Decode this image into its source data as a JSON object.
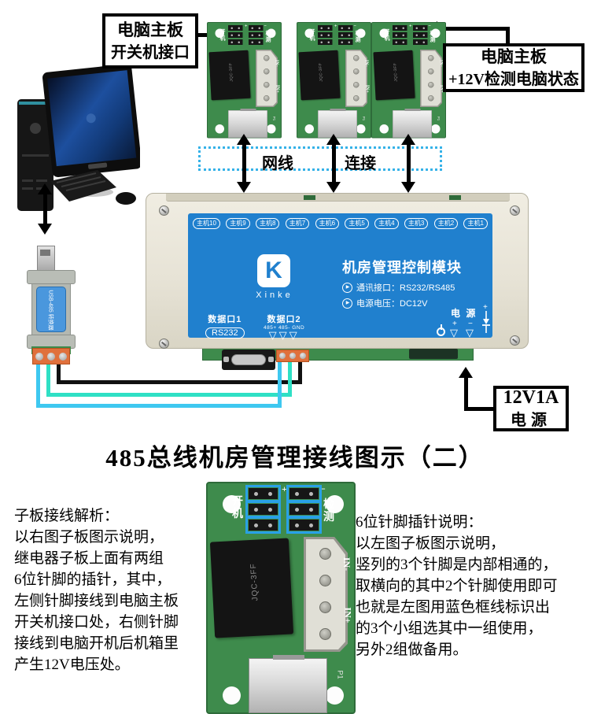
{
  "title": "485总线机房管理接线图示（二）",
  "callouts": {
    "pc_switch": {
      "line1": "电脑主板",
      "line2": "开关机接口"
    },
    "pc_detect": {
      "line1": "电脑主板",
      "line2": "+12V检测电脑状态"
    },
    "cable": {
      "left": "网线",
      "right": "连接"
    },
    "power_supply": {
      "line1": "12V1A",
      "line2": "电源"
    }
  },
  "module": {
    "host_buttons": [
      "主机10",
      "主机9",
      "主机8",
      "主机7",
      "主机6",
      "主机5",
      "主机4",
      "主机3",
      "主机2",
      "主机1"
    ],
    "brand_letter": "K",
    "brand": "Xinke",
    "name": "机房管理控制模块",
    "spec_comm": "通讯接口：RS232/RS485",
    "spec_power": "电源电压：DC12V",
    "port1_label": "数据口1",
    "port1_type": "RS232",
    "port2_label": "数据口2",
    "port2_pins": "485+ 485- GND",
    "power_label": "电 源",
    "plus": "+",
    "minus": "−"
  },
  "board": {
    "pin_left": "开机",
    "pin_right": "检测",
    "plus": "+",
    "minus": "−",
    "relay_marking": "JQC-3FF",
    "molex_top": "IN-",
    "molex_bottom": "IN+",
    "ref": "P1"
  },
  "converter": {
    "label": "USB-485 转换器"
  },
  "icons": {
    "triangle": "▽",
    "play": "▶"
  },
  "notes_left": {
    "title": "子板接线解析：",
    "lines": [
      "以右图子板图示说明，",
      "继电器子板上面有两组",
      "6位针脚的插针，其中，",
      "左侧针脚接线到电脑主板",
      "开关机接口处，右侧针脚",
      "接线到电脑开机后机箱里",
      "产生12V电压处。"
    ]
  },
  "notes_right": {
    "title": "6位针脚插针说明：",
    "lines": [
      "以左图子板图示说明，",
      "竖列的3个针脚是内部相通的，",
      "取横向的其中2个针脚使用即可",
      "也就是左图用蓝色框线标识出",
      "的3个小组选其中一组使用，",
      "另外2组做备用。"
    ]
  }
}
